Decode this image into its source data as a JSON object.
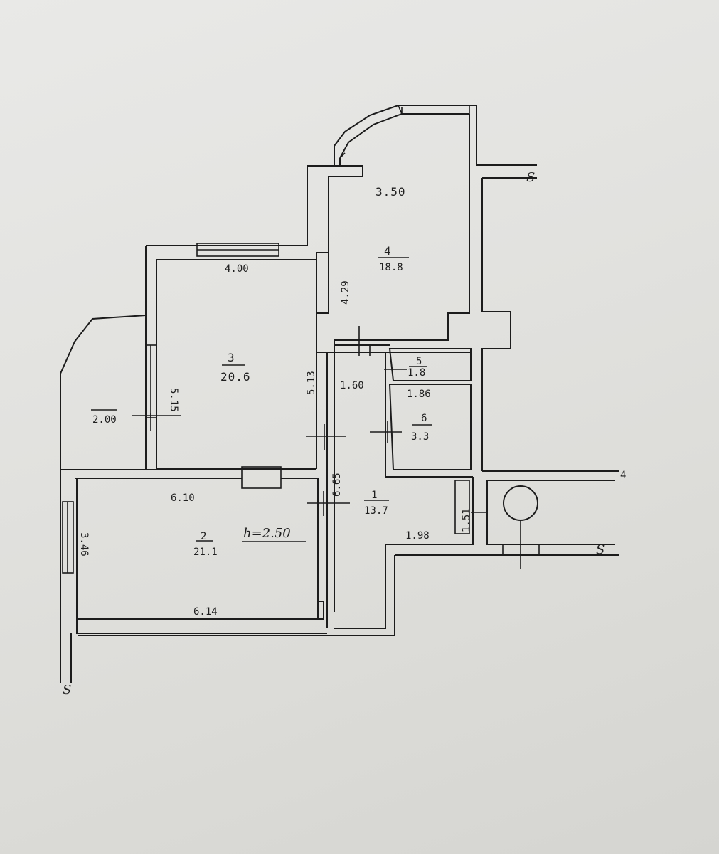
{
  "plan": {
    "ceiling_height": "h=2.50",
    "rooms": [
      {
        "id": "1",
        "number": "1",
        "area": "13.7"
      },
      {
        "id": "2",
        "number": "2",
        "area": "21.1"
      },
      {
        "id": "3",
        "number": "3",
        "area": "20.6"
      },
      {
        "id": "4",
        "number": "4",
        "area": "18.8"
      },
      {
        "id": "5",
        "number": "5",
        "area": "1.8"
      },
      {
        "id": "6",
        "number": "6",
        "area": "3.3"
      }
    ],
    "dimensions": {
      "d350": "3.50",
      "d400": "4.00",
      "d429": "4.29",
      "d515": "5.15",
      "d513": "5.13",
      "d200": "2.00",
      "d160": "1.60",
      "d186": "1.86",
      "d610": "6.10",
      "d665": "6.65",
      "d346": "3.46",
      "d614": "6.14",
      "d198": "1.98",
      "d151": "1.51"
    },
    "section_marks": {
      "top_right": "S",
      "mid_right": "4",
      "right": "S",
      "bottom_left": "S"
    }
  }
}
